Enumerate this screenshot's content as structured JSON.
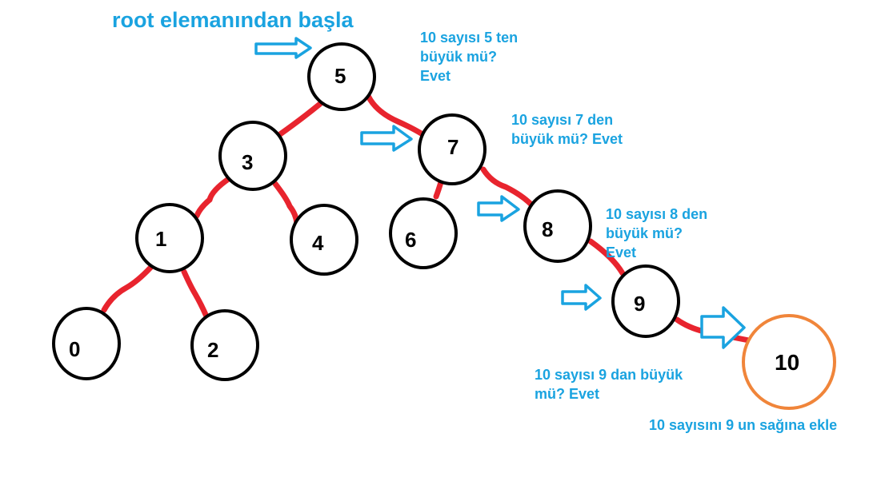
{
  "title": "root elemanından başla",
  "colors": {
    "edge": "#e8242e",
    "node_border": "#000000",
    "new_node_border": "#f0853a",
    "arrow": "#1aa3e0",
    "text_note": "#1aa3e0"
  },
  "nodes": {
    "n5": "5",
    "n3": "3",
    "n7": "7",
    "n1": "1",
    "n4": "4",
    "n6": "6",
    "n8": "8",
    "n0": "0",
    "n2": "2",
    "n9": "9",
    "n10": "10"
  },
  "notes": {
    "q5": [
      "10 sayısı 5 ten",
      "büyük mü?",
      "Evet"
    ],
    "q7": [
      "10 sayısı 7 den",
      "büyük mü? Evet"
    ],
    "q8": [
      "10 sayısı 8 den",
      "büyük mü?",
      "Evet"
    ],
    "q9": [
      "10 sayısı 9 dan büyük",
      "mü? Evet"
    ],
    "insert": "10 sayısını 9 un sağına ekle"
  }
}
